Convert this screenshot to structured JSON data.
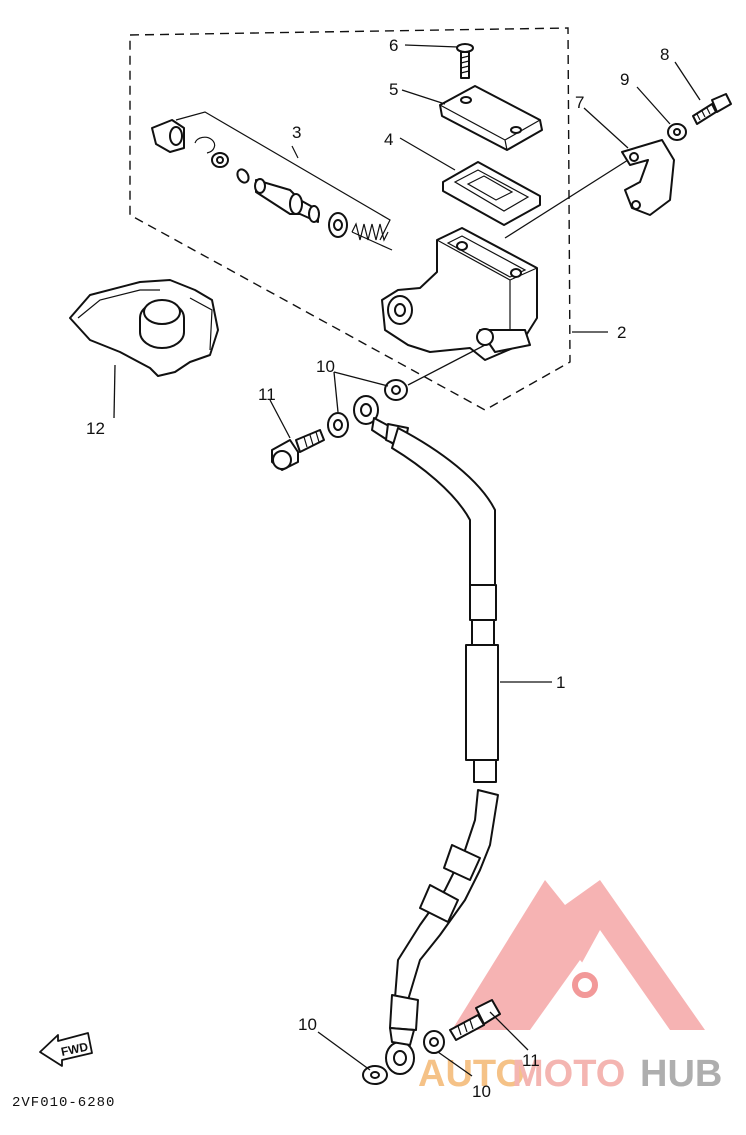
{
  "diagram": {
    "callouts": [
      {
        "id": "c1",
        "text": "1"
      },
      {
        "id": "c2",
        "text": "2"
      },
      {
        "id": "c3",
        "text": "3"
      },
      {
        "id": "c4",
        "text": "4"
      },
      {
        "id": "c5",
        "text": "5"
      },
      {
        "id": "c6",
        "text": "6"
      },
      {
        "id": "c7",
        "text": "7"
      },
      {
        "id": "c8",
        "text": "8"
      },
      {
        "id": "c9",
        "text": "9"
      },
      {
        "id": "c10a",
        "text": "10"
      },
      {
        "id": "c10b",
        "text": "10"
      },
      {
        "id": "c10c",
        "text": "10"
      },
      {
        "id": "c11a",
        "text": "11"
      },
      {
        "id": "c11b",
        "text": "11"
      },
      {
        "id": "c12",
        "text": "12"
      }
    ],
    "fwd_label": "FWD",
    "drawing_code": "2VF010-6280"
  },
  "watermark": {
    "part1": "AUTO",
    "part2": "MOTO",
    "part3": "HUB",
    "colors": {
      "triangle": "#f08080",
      "auto": "#f3b36a",
      "moto": "#f2a39e",
      "hub": "#9a9a9a"
    }
  }
}
